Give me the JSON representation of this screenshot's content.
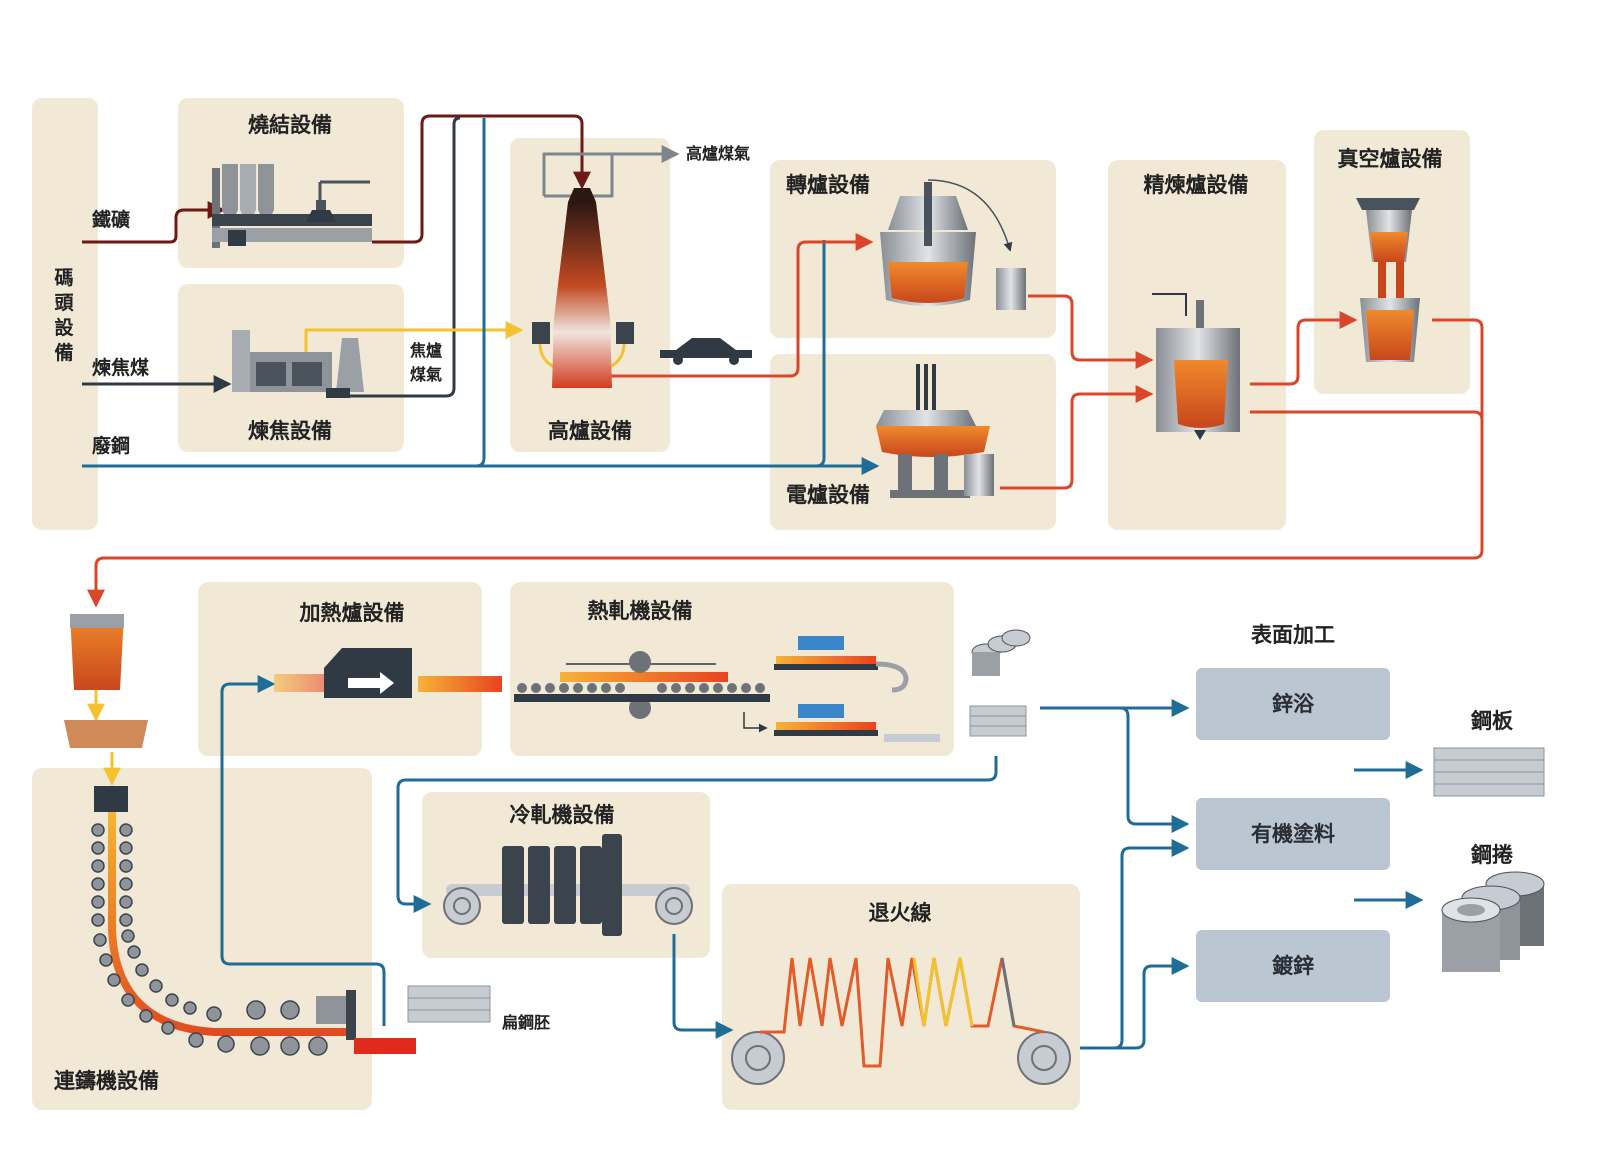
{
  "colors": {
    "panel": "#f1e9d6",
    "blue_line": "#1f6d96",
    "red_line": "#d9462a",
    "dark_red_line": "#6b1a14",
    "gray_line": "#2f3a44",
    "yellow_line": "#f2c230",
    "grey_box": "#bac6d2"
  },
  "labels": {
    "dock": "碼頭設備",
    "iron_ore": "鐵礦",
    "coking_coal": "煉焦煤",
    "scrap": "廢鋼",
    "sinter": "燒結設備",
    "coke": "煉焦設備",
    "coke_gas": [
      "焦爐",
      "煤氣"
    ],
    "blast_furnace": "高爐設備",
    "bf_gas": "高爐煤氣",
    "converter": "轉爐設備",
    "eaf": "電爐設備",
    "refining": "精煉爐設備",
    "vacuum": "真空爐設備",
    "caster": "連鑄機設備",
    "slab": "扁鋼胚",
    "reheat": "加熱爐設備",
    "hot_rolling": "熱軋機設備",
    "cold_rolling": "冷軋機設備",
    "annealing": "退火線",
    "surface": "表面加工",
    "plate": "鋼板",
    "coil": "鋼捲"
  },
  "surface_options": [
    "鋅浴",
    "有機塗料",
    "鍍鋅"
  ],
  "icons": {
    "sinter_plant": "sinter-plant-icon",
    "coke_oven": "coke-oven-icon",
    "blast_furnace": "blast-furnace-icon",
    "torpedo_car": "torpedo-car-icon",
    "converter": "converter-ladle-icon",
    "eaf": "electric-arc-furnace-icon",
    "refining": "ladle-furnace-icon",
    "vacuum": "vacuum-degasser-icon",
    "tundish": "tundish-icon",
    "reheat": "reheat-furnace-icon",
    "hot_mill": "hot-rolling-mill-icon",
    "cold_mill": "cold-rolling-mill-icon",
    "annealing": "annealing-line-icon"
  }
}
